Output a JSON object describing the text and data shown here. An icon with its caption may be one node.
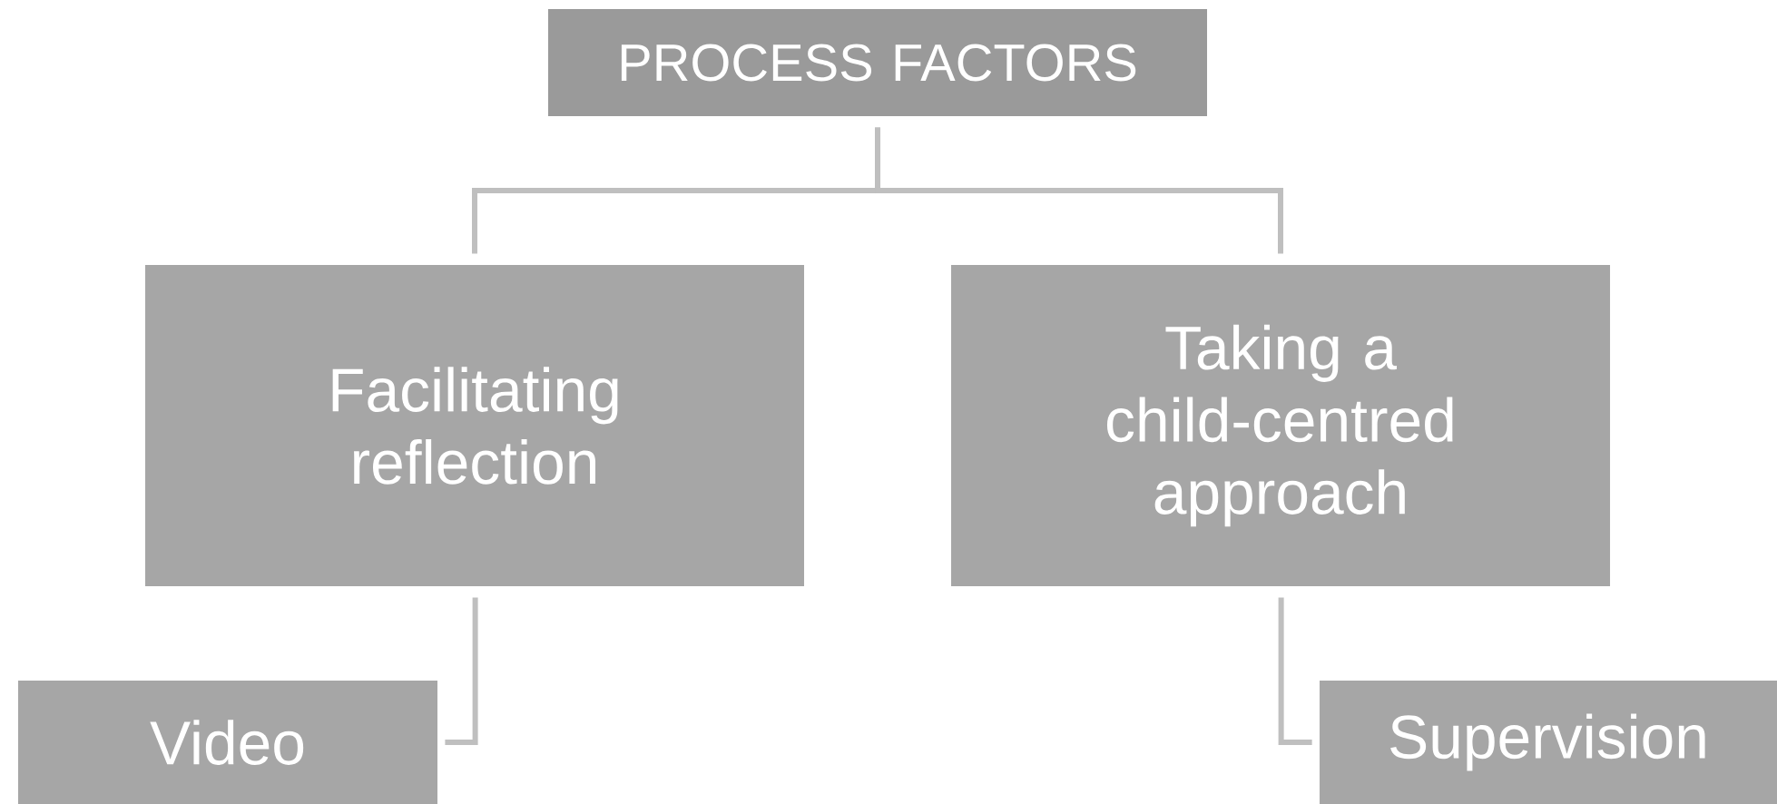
{
  "diagram": {
    "nodes": [
      {
        "text": [
          "PROCESS FACTORS"
        ]
      },
      {
        "text": [
          "Facilitating reflection"
        ]
      },
      {
        "text": [
          "Taking a child-centred approach"
        ]
      },
      {
        "text": [
          "Video"
        ]
      },
      {
        "text": [
          "Supervision"
        ]
      }
    ],
    "edges": [
      {
        "from": 0,
        "to": 1,
        "arrow": "none"
      },
      {
        "from": 0,
        "to": 2,
        "arrow": "none"
      },
      {
        "from": 1,
        "to": 3,
        "arrow": "none"
      },
      {
        "from": 2,
        "to": 4,
        "arrow": "none"
      }
    ]
  }
}
